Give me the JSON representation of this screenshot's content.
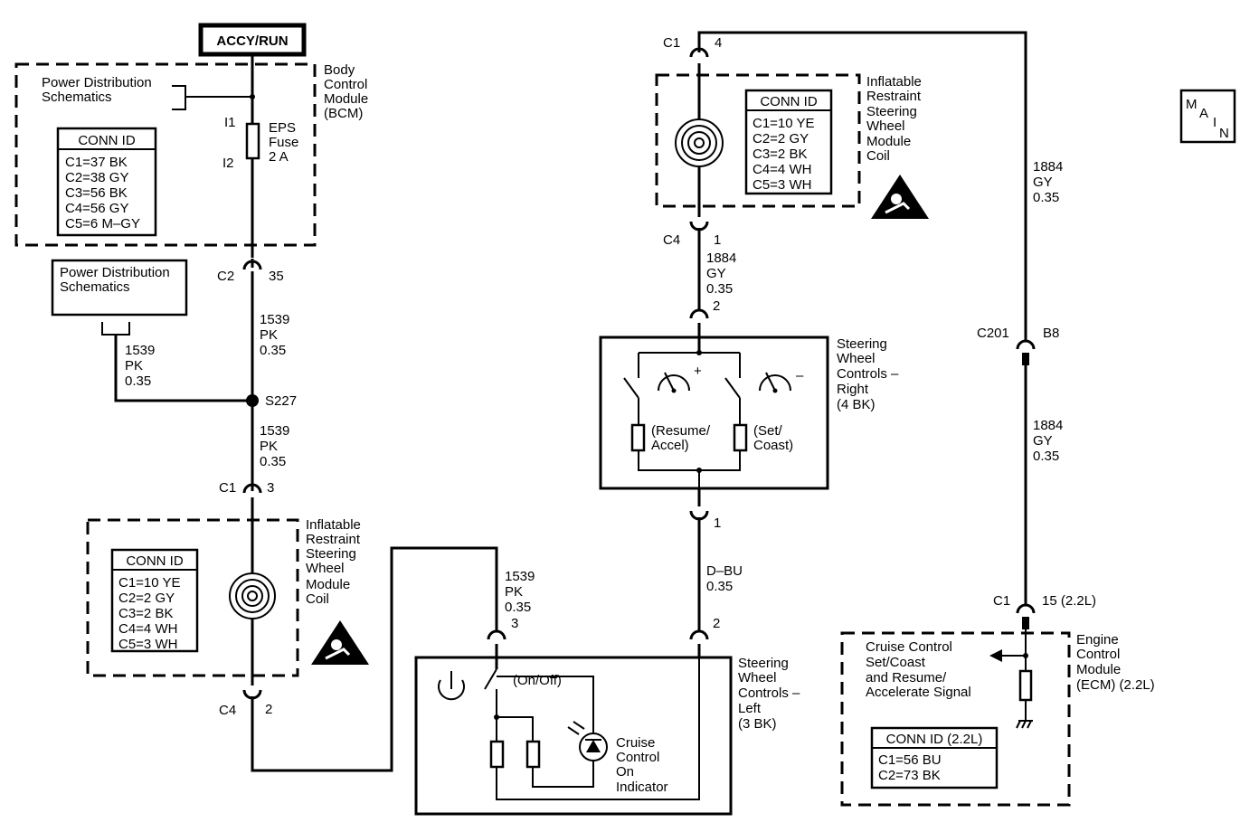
{
  "power": {
    "accy_run": "ACCY/RUN"
  },
  "bcm": {
    "l1": "Body",
    "l2": "Control",
    "l3": "Module",
    "l4": "(BCM)",
    "pds1": "Power Distribution",
    "pds2": "Schematics",
    "conn_title": "CONN ID",
    "conns": [
      "C1=37 BK",
      "C2=38 GY",
      "C3=56 BK",
      "C4=56 GY",
      "C5=6 M–GY"
    ],
    "fuse_in": "I1",
    "fuse_out": "I2",
    "fuse1": "EPS",
    "fuse2": "Fuse",
    "fuse3": "2 A"
  },
  "c2_left": {
    "name": "C2",
    "pin": "35"
  },
  "pds_box": {
    "l1": "Power Distribution",
    "l2": "Schematics"
  },
  "w1539_left": {
    "c": "1539",
    "col": "PK",
    "g": "0.35"
  },
  "w1539_up": {
    "c": "1539",
    "col": "PK",
    "g": "0.35"
  },
  "splice": "S227",
  "w1539_down": {
    "c": "1539",
    "col": "PK",
    "g": "0.35"
  },
  "c1_left": {
    "name": "C1",
    "pin": "3"
  },
  "coil_left": {
    "l1": "Inflatable",
    "l2": "Restraint",
    "l3": "Steering",
    "l4": "Wheel",
    "l5": "Module",
    "l6": "Coil",
    "conn_title": "CONN ID",
    "conns": [
      "C1=10 YE",
      "C2=2 GY",
      "C3=2 BK",
      "C4=4 WH",
      "C5=3 WH"
    ]
  },
  "c4_left": {
    "name": "C4",
    "pin": "2"
  },
  "w1539_mid": {
    "c": "1539",
    "col": "PK",
    "g": "0.35"
  },
  "swc_left": {
    "pin3": "3",
    "pin2": "2",
    "onoff": "(On/Off)",
    "ind1": "Cruise",
    "ind2": "Control",
    "ind3": "On",
    "ind4": "Indicator",
    "l1": "Steering",
    "l2": "Wheel",
    "l3": "Controls –",
    "l4": "Left",
    "l5": "(3 BK)"
  },
  "w_dbu": {
    "col": "D–BU",
    "g": "0.35"
  },
  "swc_right": {
    "pin1": "1",
    "pin2": "2",
    "plus": "+",
    "minus": "–",
    "r1a": "(Resume/",
    "r1b": "Accel)",
    "r2a": "(Set/",
    "r2b": "Coast)",
    "l1": "Steering",
    "l2": "Wheel",
    "l3": "Controls –",
    "l4": "Right",
    "l5": "(4 BK)"
  },
  "w1884_mid": {
    "c": "1884",
    "col": "GY",
    "g": "0.35"
  },
  "c4_right": {
    "name": "C4",
    "pin": "1"
  },
  "coil_right": {
    "l1": "Inflatable",
    "l2": "Restraint",
    "l3": "Steering",
    "l4": "Wheel",
    "l5": "Module",
    "l6": "Coil",
    "conn_title": "CONN ID",
    "conns": [
      "C1=10 YE",
      "C2=2 GY",
      "C3=2 BK",
      "C4=4 WH",
      "C5=3 WH"
    ]
  },
  "c1_top": {
    "name": "C1",
    "pin": "4"
  },
  "w1884_top": {
    "c": "1884",
    "col": "GY",
    "g": "0.35"
  },
  "c201": {
    "name": "C201",
    "pin": "B8"
  },
  "w1884_low": {
    "c": "1884",
    "col": "GY",
    "g": "0.35"
  },
  "c1_ecm": {
    "name": "C1",
    "pin": "15 (2.2L)"
  },
  "ecm": {
    "s1": "Cruise Control",
    "s2": "Set/Coast",
    "s3": "and Resume/",
    "s4": "Accelerate Signal",
    "l1": "Engine",
    "l2": "Control",
    "l3": "Module",
    "l4": "(ECM) (2.2L)",
    "conn_title": "CONN ID (2.2L)",
    "conns": [
      "C1=56 BU",
      "C2=73 BK"
    ]
  },
  "main_badge": {
    "m": "M",
    "a": "A",
    "i": "I",
    "n": "N"
  }
}
